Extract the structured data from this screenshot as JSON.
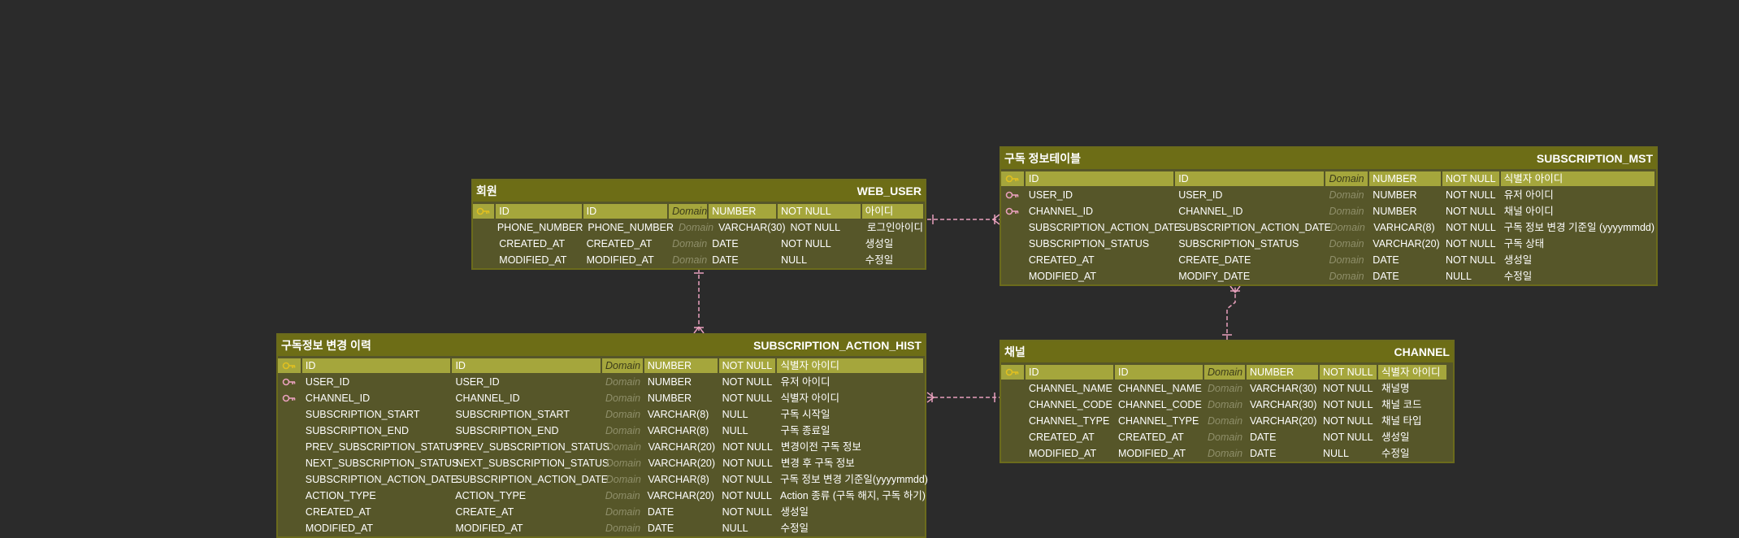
{
  "colors": {
    "background": "#2b2b2b",
    "table_header": "#6d6d16",
    "table_body": "#565629",
    "pk_row": "#a5a63c",
    "relation_line": "#e8a0bc"
  },
  "icons": {
    "primary_key": "gold-key-icon",
    "foreign_key": "pink-key-icon"
  },
  "tables": {
    "web_user": {
      "logical_name": "회원",
      "physical_name": "WEB_USER",
      "rows": [
        {
          "key": "pk",
          "logical": "ID",
          "physical": "ID",
          "domain": "Domain",
          "type": "NUMBER",
          "nullable": "NOT NULL",
          "comment": "아이디"
        },
        {
          "key": "",
          "logical": "PHONE_NUMBER",
          "physical": "PHONE_NUMBER",
          "domain": "Domain",
          "type": "VARCHAR(30)",
          "nullable": "NOT NULL",
          "comment": "로그인아이디"
        },
        {
          "key": "",
          "logical": "CREATED_AT",
          "physical": "CREATED_AT",
          "domain": "Domain",
          "type": "DATE",
          "nullable": "NOT NULL",
          "comment": "생성일"
        },
        {
          "key": "",
          "logical": "MODIFIED_AT",
          "physical": "MODIFIED_AT",
          "domain": "Domain",
          "type": "DATE",
          "nullable": "NULL",
          "comment": "수정일"
        }
      ]
    },
    "subscription_mst": {
      "logical_name": "구독 정보테이블",
      "physical_name": "SUBSCRIPTION_MST",
      "rows": [
        {
          "key": "pk",
          "logical": "ID",
          "physical": "ID",
          "domain": "Domain",
          "type": "NUMBER",
          "nullable": "NOT NULL",
          "comment": "식별자 아이디"
        },
        {
          "key": "fk",
          "logical": "USER_ID",
          "physical": "USER_ID",
          "domain": "Domain",
          "type": "NUMBER",
          "nullable": "NOT NULL",
          "comment": "유저 아이디"
        },
        {
          "key": "fk",
          "logical": "CHANNEL_ID",
          "physical": "CHANNEL_ID",
          "domain": "Domain",
          "type": "NUMBER",
          "nullable": "NOT NULL",
          "comment": "채널 아이디"
        },
        {
          "key": "",
          "logical": "SUBSCRIPTION_ACTION_DATE",
          "physical": "SUBSCRIPTION_ACTION_DATE",
          "domain": "Domain",
          "type": "VARHCAR(8)",
          "nullable": "NOT NULL",
          "comment": "구독 정보 변경 기준일 (yyyymmdd)"
        },
        {
          "key": "",
          "logical": "SUBSCRIPTION_STATUS",
          "physical": "SUBSCRIPTION_STATUS",
          "domain": "Domain",
          "type": "VARCHAR(20)",
          "nullable": "NOT NULL",
          "comment": "구독 상태"
        },
        {
          "key": "",
          "logical": "CREATED_AT",
          "physical": "CREATE_DATE",
          "domain": "Domain",
          "type": "DATE",
          "nullable": "NOT NULL",
          "comment": "생성일"
        },
        {
          "key": "",
          "logical": "MODIFIED_AT",
          "physical": "MODIFY_DATE",
          "domain": "Domain",
          "type": "DATE",
          "nullable": "NULL",
          "comment": "수정일"
        }
      ]
    },
    "subscription_action_hist": {
      "logical_name": "구독정보 변경 이력",
      "physical_name": "SUBSCRIPTION_ACTION_HIST",
      "rows": [
        {
          "key": "pk",
          "logical": "ID",
          "physical": "ID",
          "domain": "Domain",
          "type": "NUMBER",
          "nullable": "NOT NULL",
          "comment": "식별자 아이디"
        },
        {
          "key": "fk",
          "logical": "USER_ID",
          "physical": "USER_ID",
          "domain": "Domain",
          "type": "NUMBER",
          "nullable": "NOT NULL",
          "comment": "유저 아이디"
        },
        {
          "key": "fk",
          "logical": "CHANNEL_ID",
          "physical": "CHANNEL_ID",
          "domain": "Domain",
          "type": "NUMBER",
          "nullable": "NOT NULL",
          "comment": "식별자 아이디"
        },
        {
          "key": "",
          "logical": "SUBSCRIPTION_START",
          "physical": "SUBSCRIPTION_START",
          "domain": "Domain",
          "type": "VARCHAR(8)",
          "nullable": "NULL",
          "comment": "구독 시작일"
        },
        {
          "key": "",
          "logical": "SUBSCRIPTION_END",
          "physical": "SUBSCRIPTION_END",
          "domain": "Domain",
          "type": "VARCHAR(8)",
          "nullable": "NULL",
          "comment": "구독 종료일"
        },
        {
          "key": "",
          "logical": "PREV_SUBSCRIPTION_STATUS",
          "physical": "PREV_SUBSCRIPTION_STATUS",
          "domain": "Domain",
          "type": "VARCHAR(20)",
          "nullable": "NOT NULL",
          "comment": "변경이전 구독 정보"
        },
        {
          "key": "",
          "logical": "NEXT_SUBSCRIPTION_STATUS",
          "physical": "NEXT_SUBSCRIPTION_STATUS",
          "domain": "Domain",
          "type": "VARCHAR(20)",
          "nullable": "NOT NULL",
          "comment": "변경 후 구독 정보"
        },
        {
          "key": "",
          "logical": "SUBSCRIPTION_ACTION_DATE",
          "physical": "SUBSCRIPTION_ACTION_DATE",
          "domain": "Domain",
          "type": "VARCHAR(8)",
          "nullable": "NOT NULL",
          "comment": "구독 정보 변경 기준일(yyyymmdd)"
        },
        {
          "key": "",
          "logical": "ACTION_TYPE",
          "physical": "ACTION_TYPE",
          "domain": "Domain",
          "type": "VARCHAR(20)",
          "nullable": "NOT NULL",
          "comment": "Action 종류 (구독 해지, 구독 하기)"
        },
        {
          "key": "",
          "logical": "CREATED_AT",
          "physical": "CREATE_AT",
          "domain": "Domain",
          "type": "DATE",
          "nullable": "NOT NULL",
          "comment": "생성일"
        },
        {
          "key": "",
          "logical": "MODIFIED_AT",
          "physical": "MODIFIED_AT",
          "domain": "Domain",
          "type": "DATE",
          "nullable": "NULL",
          "comment": "수정일"
        }
      ]
    },
    "channel": {
      "logical_name": "채널",
      "physical_name": "CHANNEL",
      "rows": [
        {
          "key": "pk",
          "logical": "ID",
          "physical": "ID",
          "domain": "Domain",
          "type": "NUMBER",
          "nullable": "NOT NULL",
          "comment": "식별자 아이디"
        },
        {
          "key": "",
          "logical": "CHANNEL_NAME",
          "physical": "CHANNEL_NAME",
          "domain": "Domain",
          "type": "VARCHAR(30)",
          "nullable": "NOT NULL",
          "comment": "채널명"
        },
        {
          "key": "",
          "logical": "CHANNEL_CODE",
          "physical": "CHANNEL_CODE",
          "domain": "Domain",
          "type": "VARCHAR(30)",
          "nullable": "NOT NULL",
          "comment": "채널 코드"
        },
        {
          "key": "",
          "logical": "CHANNEL_TYPE",
          "physical": "CHANNEL_TYPE",
          "domain": "Domain",
          "type": "VARCHAR(20)",
          "nullable": "NOT NULL",
          "comment": "채널 타입"
        },
        {
          "key": "",
          "logical": "CREATED_AT",
          "physical": "CREATED_AT",
          "domain": "Domain",
          "type": "DATE",
          "nullable": "NOT NULL",
          "comment": "생성일"
        },
        {
          "key": "",
          "logical": "MODIFIED_AT",
          "physical": "MODIFIED_AT",
          "domain": "Domain",
          "type": "DATE",
          "nullable": "NULL",
          "comment": "수정일"
        }
      ]
    }
  }
}
